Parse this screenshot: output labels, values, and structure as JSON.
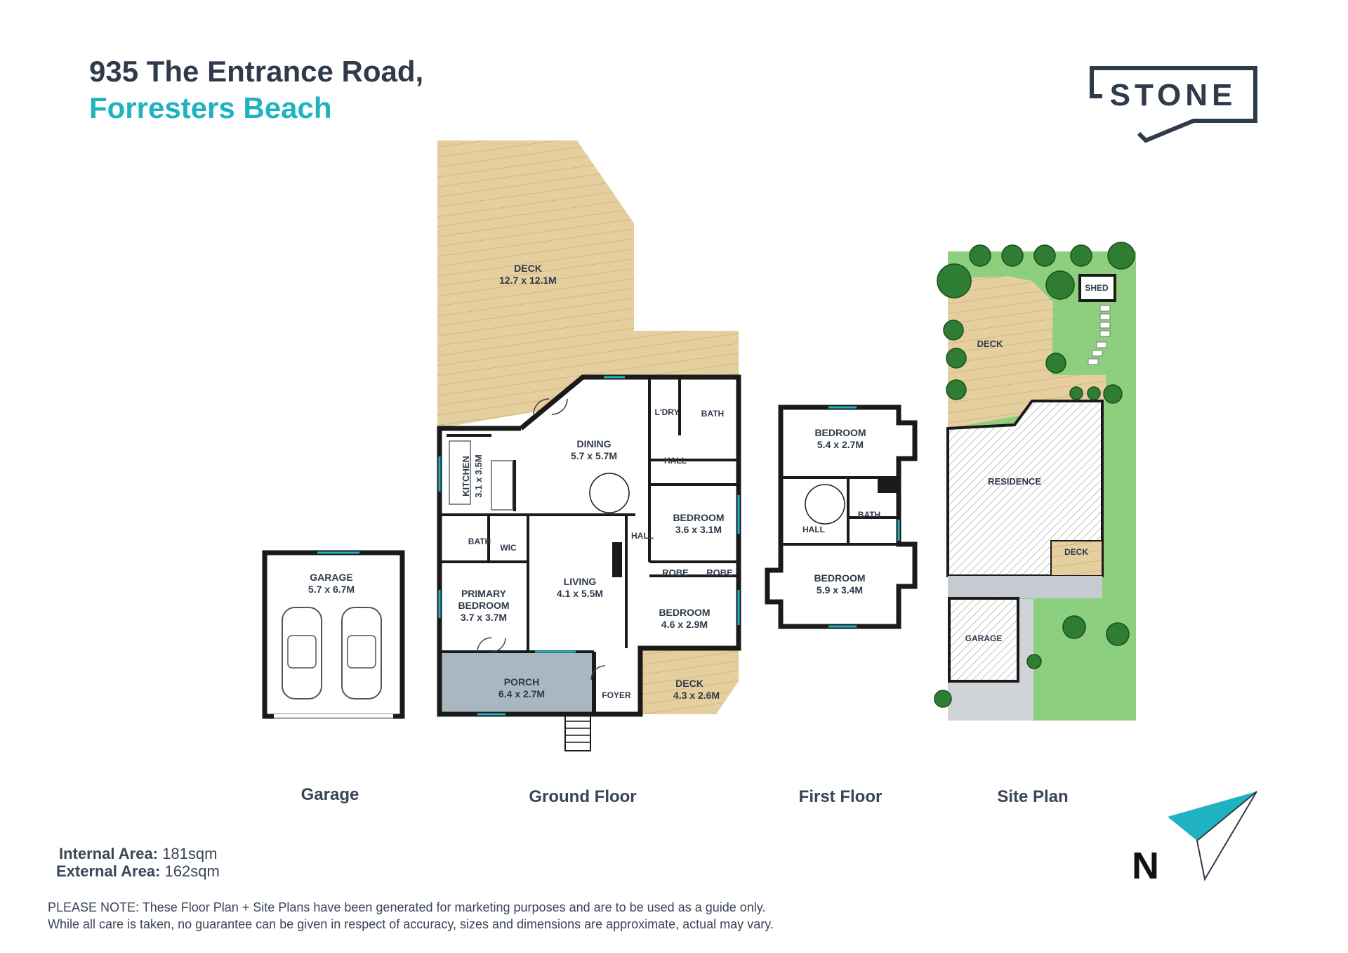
{
  "header": {
    "address_line1": "935 The Entrance Road,",
    "address_line2": "Forresters Beach"
  },
  "logo": {
    "text": "STONE"
  },
  "colors": {
    "brand_dark": "#2f3a4a",
    "accent": "#1fb2c0",
    "deck": "#e6cf9e",
    "porch": "#a9b7c1",
    "lawn": "#8ccf7e",
    "tree": "#2e7d32",
    "paving": "#d0d4d8"
  },
  "garage_plan": {
    "garage": {
      "name": "GARAGE",
      "dims": "5.7 x 6.7M"
    }
  },
  "ground_floor": {
    "deck_main": {
      "name": "DECK",
      "dims": "12.7 x 12.1M"
    },
    "dining": {
      "name": "DINING",
      "dims": "5.7 x 5.7M"
    },
    "kitchen": {
      "name": "KITCHEN",
      "dims": "3.1 x 3.5M"
    },
    "laundry": {
      "name": "L'DRY"
    },
    "bath_upper": {
      "name": "BATH"
    },
    "hall_upper": {
      "name": "HALL"
    },
    "bedroom_a": {
      "name": "BEDROOM",
      "dims": "3.6 x 3.1M"
    },
    "hall_side": {
      "name": "HALL"
    },
    "robe_1": {
      "name": "ROBE"
    },
    "robe_2": {
      "name": "ROBE"
    },
    "bath_lower": {
      "name": "BATH"
    },
    "wic": {
      "name": "WIC"
    },
    "primary_bedroom": {
      "name_line1": "PRIMARY",
      "name_line2": "BEDROOM",
      "dims": "3.7 x 3.7M"
    },
    "living": {
      "name": "LIVING",
      "dims": "4.1 x 5.5M"
    },
    "bedroom_b": {
      "name": "BEDROOM",
      "dims": "4.6 x 2.9M"
    },
    "porch": {
      "name": "PORCH",
      "dims": "6.4 x 2.7M"
    },
    "foyer": {
      "name": "FOYER"
    },
    "deck_small": {
      "name": "DECK",
      "dims": "4.3 x 2.6M"
    }
  },
  "first_floor": {
    "bedroom_top": {
      "name": "BEDROOM",
      "dims": "5.4 x 2.7M"
    },
    "hall": {
      "name": "HALL"
    },
    "bath": {
      "name": "BATH"
    },
    "bedroom_bottom": {
      "name": "BEDROOM",
      "dims": "5.9 x 3.4M"
    }
  },
  "site_plan": {
    "shed": "SHED",
    "deck": "DECK",
    "residence": "RESIDENCE",
    "deck_small": "DECK",
    "garage": "GARAGE"
  },
  "captions": {
    "garage": "Garage",
    "ground_floor": "Ground Floor",
    "first_floor": "First Floor",
    "site_plan": "Site Plan"
  },
  "areas": {
    "internal_label": "Internal Area:",
    "internal_value": "181sqm",
    "external_label": "External Area:",
    "external_value": "162sqm"
  },
  "disclaimer": {
    "line1": "PLEASE NOTE: These Floor Plan + Site Plans have been generated for marketing purposes and are to be used as a guide  only.",
    "line2": "While all care is taken, no guarantee can be given in respect of accuracy, sizes and dimensions are approximate, actual may vary."
  },
  "north_arrow": {
    "letter": "N",
    "icon": "north-arrow-icon"
  }
}
